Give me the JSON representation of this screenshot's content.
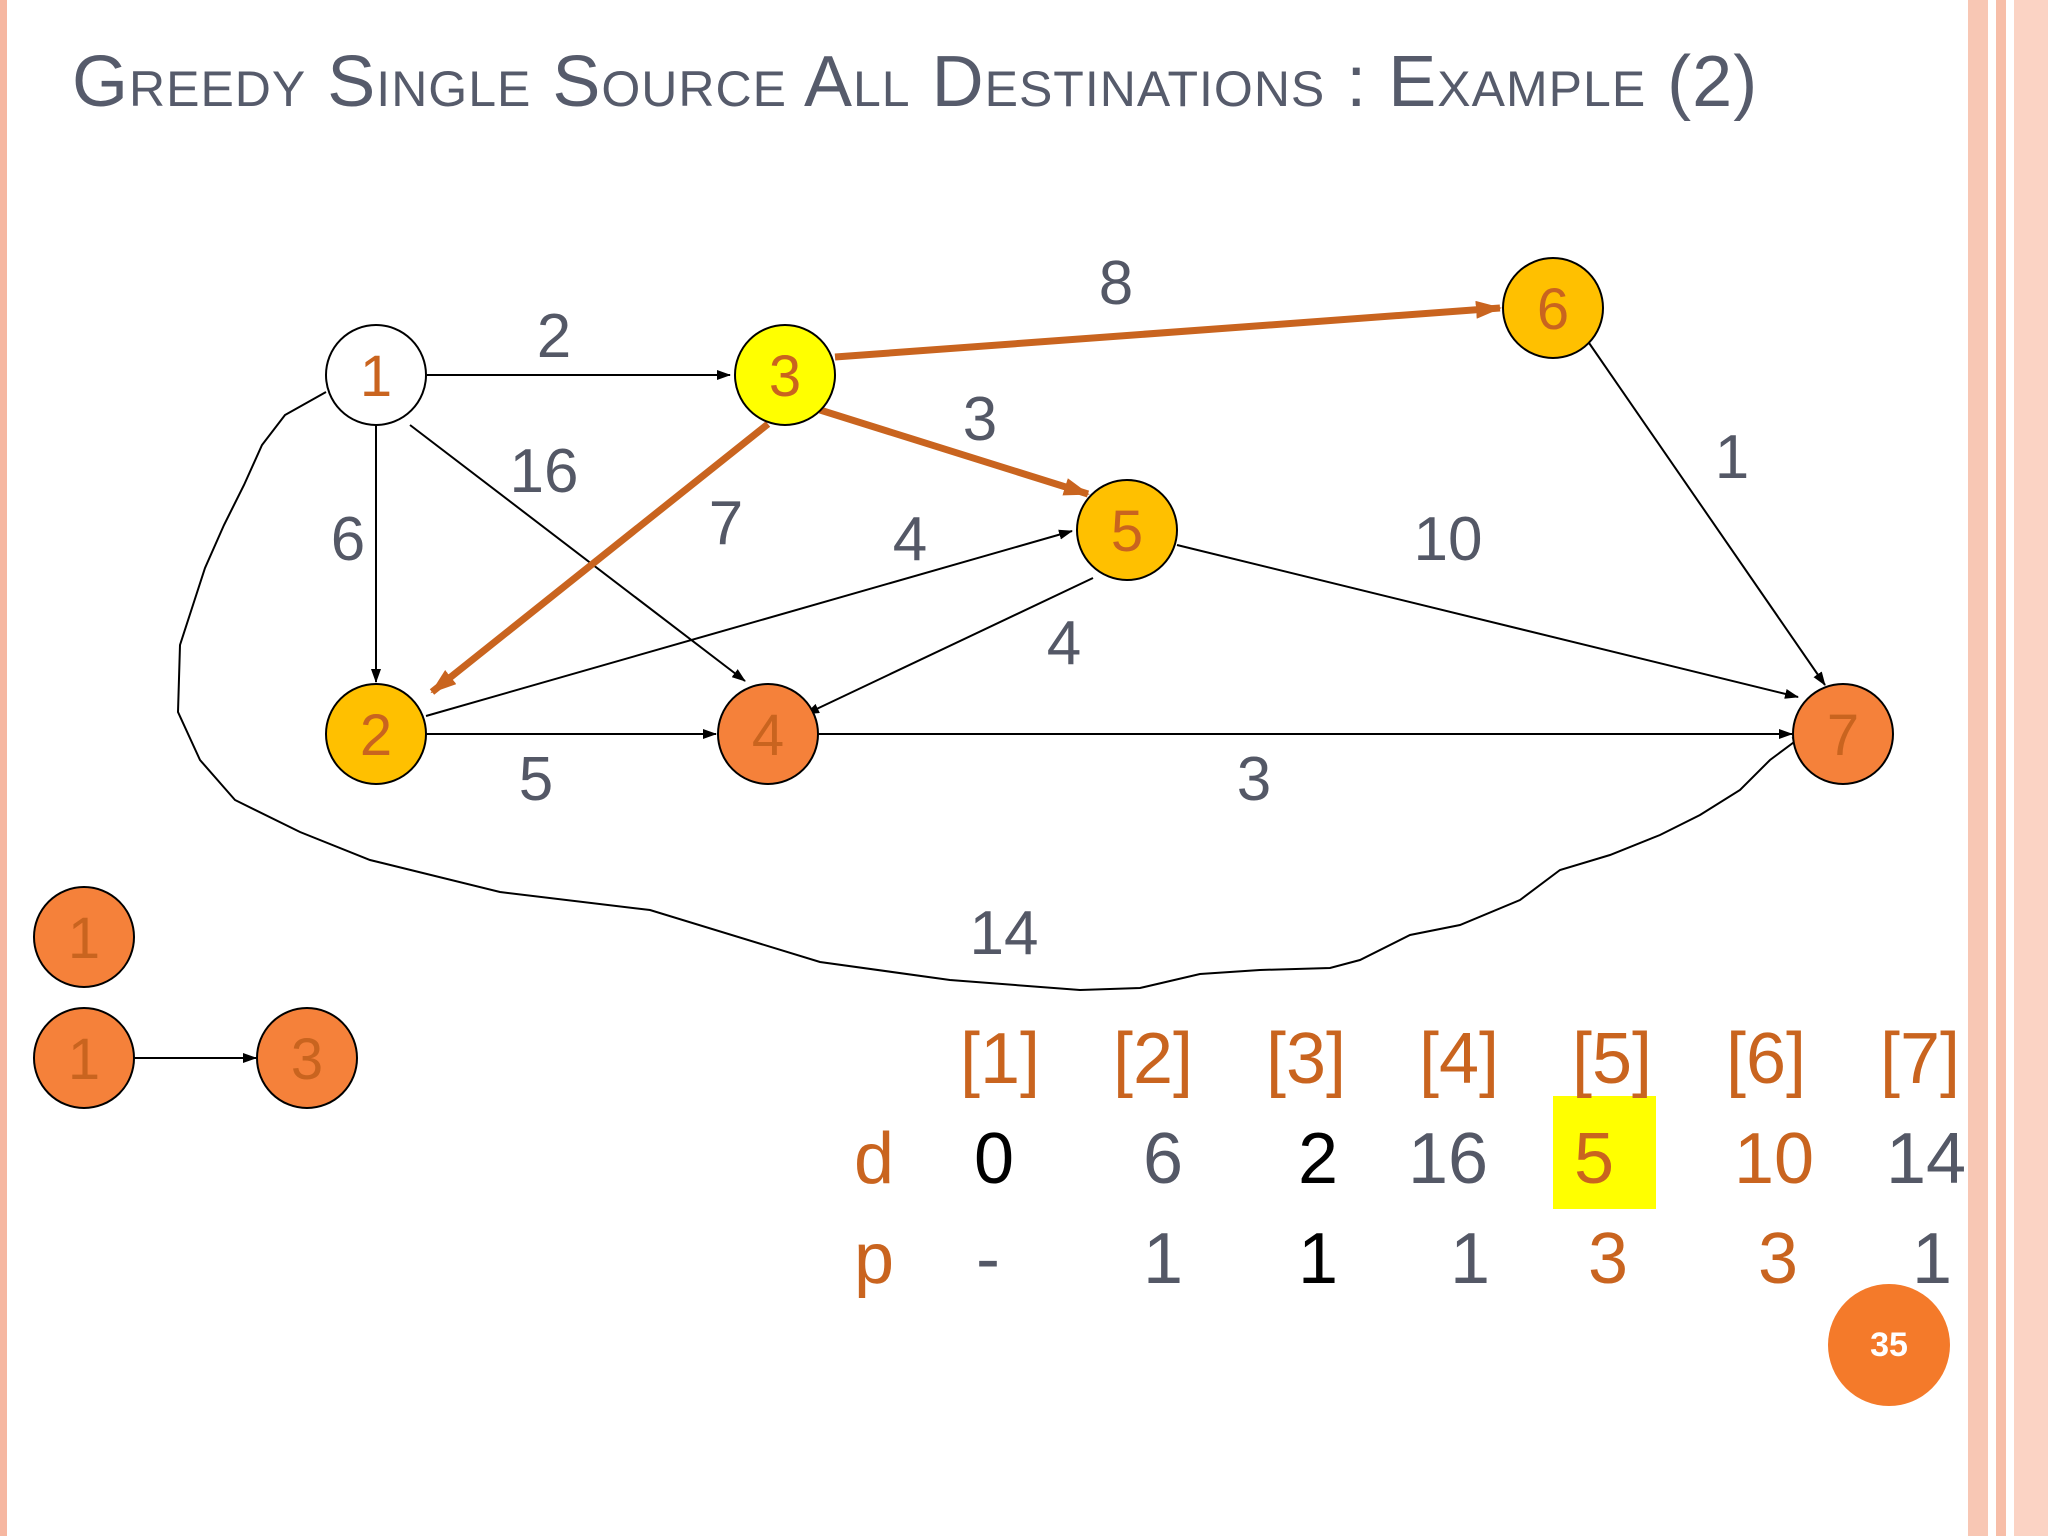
{
  "title": "Greedy Single Source All Destinations : Example (2)",
  "page_number": "35",
  "colors": {
    "orange_text": "#c9641f",
    "gray_text": "#545866",
    "node_yellow": "#ffff00",
    "node_gold": "#ffc000",
    "node_orange": "#f5813a",
    "path_orange": "#c9641f",
    "highlight": "#ffff00"
  },
  "graph": {
    "nodes": [
      {
        "id": "1",
        "label": "1",
        "fill": "white"
      },
      {
        "id": "2",
        "label": "2",
        "fill": "gold"
      },
      {
        "id": "3",
        "label": "3",
        "fill": "yellow"
      },
      {
        "id": "4",
        "label": "4",
        "fill": "orange"
      },
      {
        "id": "5",
        "label": "5",
        "fill": "gold"
      },
      {
        "id": "6",
        "label": "6",
        "fill": "gold"
      },
      {
        "id": "7",
        "label": "7",
        "fill": "orange"
      }
    ],
    "edges": [
      {
        "from": "1",
        "to": "3",
        "weight": "2",
        "highlighted": false
      },
      {
        "from": "1",
        "to": "2",
        "weight": "6",
        "highlighted": false
      },
      {
        "from": "1",
        "to": "4",
        "weight": "16",
        "highlighted": false
      },
      {
        "from": "1",
        "to": "7",
        "weight": "14",
        "highlighted": false
      },
      {
        "from": "3",
        "to": "6",
        "weight": "8",
        "highlighted": true
      },
      {
        "from": "3",
        "to": "5",
        "weight": "3",
        "highlighted": true
      },
      {
        "from": "3",
        "to": "2",
        "weight": "7",
        "highlighted": true
      },
      {
        "from": "2",
        "to": "5",
        "weight": "4",
        "highlighted": false
      },
      {
        "from": "2",
        "to": "4",
        "weight": "5",
        "highlighted": false
      },
      {
        "from": "5",
        "to": "4",
        "weight": "4",
        "highlighted": false
      },
      {
        "from": "5",
        "to": "7",
        "weight": "10",
        "highlighted": false
      },
      {
        "from": "6",
        "to": "7",
        "weight": "1",
        "highlighted": false
      },
      {
        "from": "4",
        "to": "7",
        "weight": "3",
        "highlighted": false
      }
    ]
  },
  "paths": [
    {
      "nodes": [
        "1"
      ]
    },
    {
      "nodes": [
        "1",
        "3"
      ]
    }
  ],
  "table": {
    "headers": [
      "[1]",
      "[2]",
      "[3]",
      "[4]",
      "[5]",
      "[6]",
      "[7]"
    ],
    "rows": [
      {
        "label": "d",
        "values": [
          "0",
          "6",
          "2",
          "16",
          "5",
          "10",
          "14"
        ],
        "colors": [
          "black",
          "gray",
          "black",
          "gray",
          "orange",
          "orange",
          "gray"
        ]
      },
      {
        "label": "p",
        "values": [
          "-",
          "1",
          "1",
          "1",
          "3",
          "3",
          "1"
        ],
        "colors": [
          "gray",
          "gray",
          "black",
          "gray",
          "orange",
          "orange",
          "gray"
        ]
      }
    ],
    "highlighted_cell": {
      "row": "d",
      "column": "[5]"
    }
  }
}
